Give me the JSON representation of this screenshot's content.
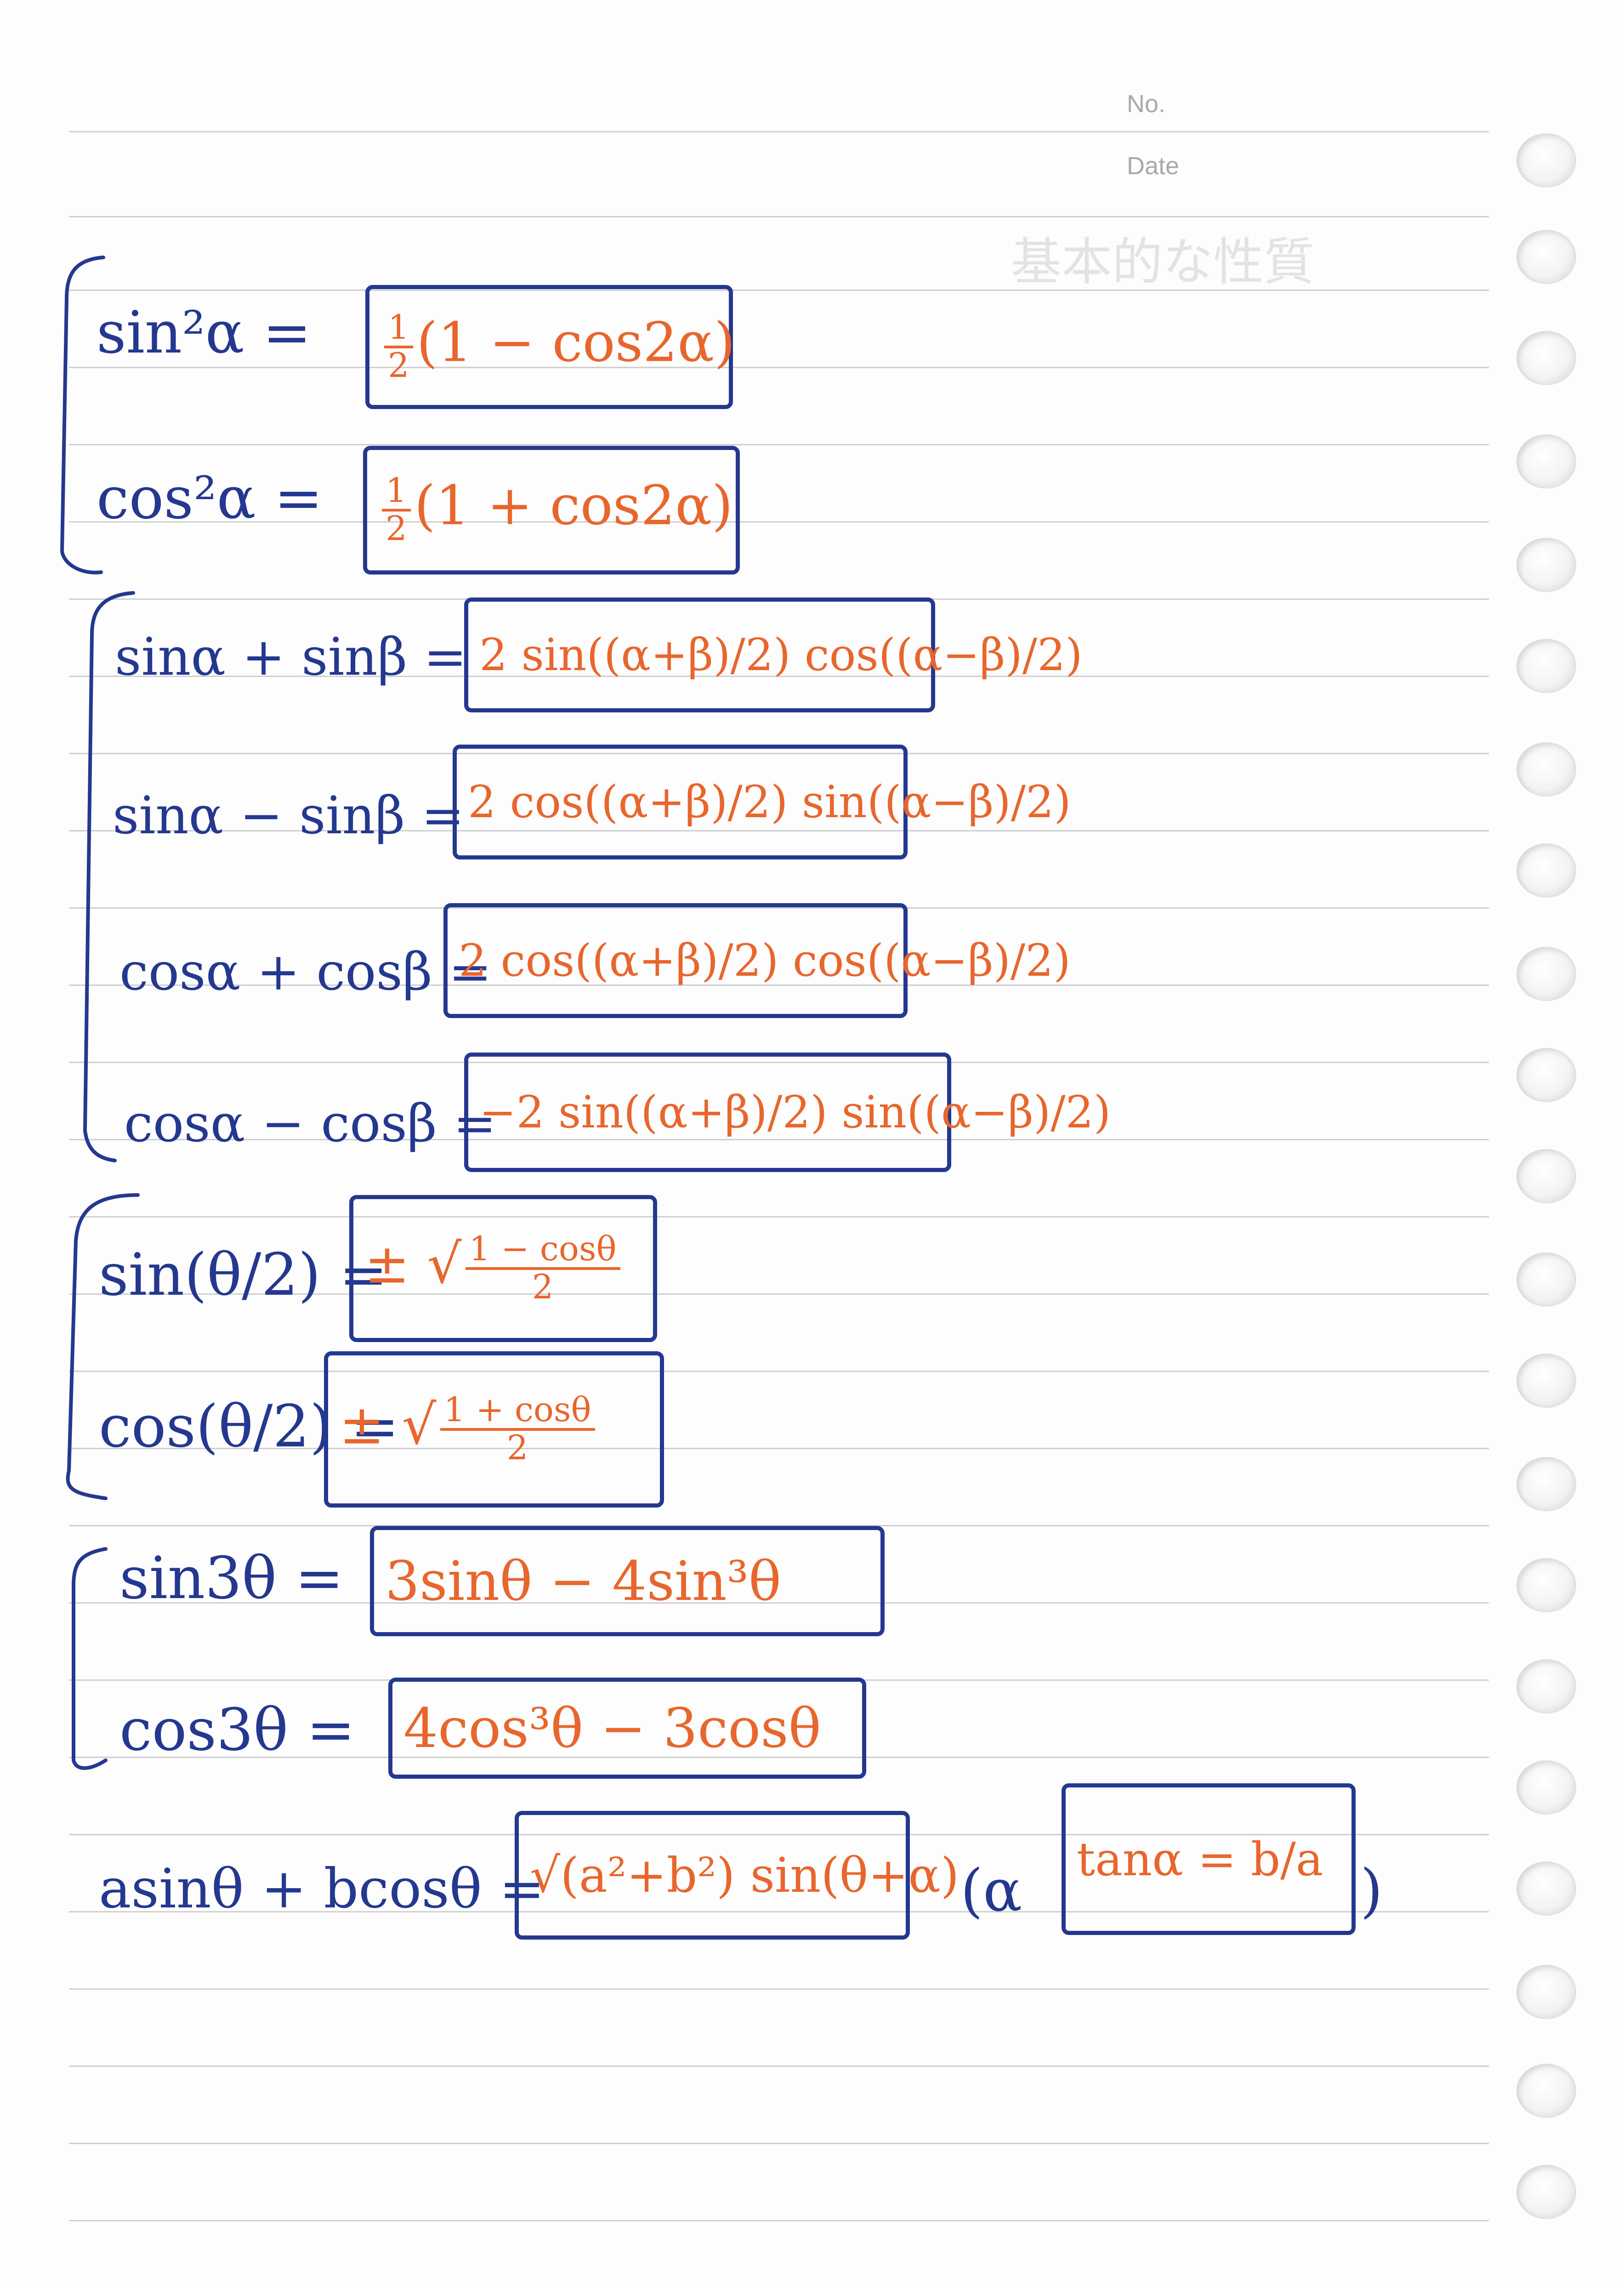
{
  "header": {
    "no_label": "No.",
    "date_label": "Date"
  },
  "formulas": [
    {
      "lhs": "sin²α =",
      "rhs": "(1 − cos2α)",
      "coef_num": "1",
      "coef_den": "2"
    },
    {
      "lhs": "cos²α =",
      "rhs": "(1 + cos2α)",
      "coef_num": "1",
      "coef_den": "2"
    },
    {
      "lhs": "sinα + sinβ =",
      "rhs": "2 sin((α+β)/2) cos((α−β)/2)"
    },
    {
      "lhs": "sinα − sinβ =",
      "rhs": "2 cos((α+β)/2) sin((α−β)/2)"
    },
    {
      "lhs": "cosα + cosβ =",
      "rhs": "2 cos((α+β)/2) cos((α−β)/2)"
    },
    {
      "lhs": "cosα − cosβ =",
      "rhs": "−2 sin((α+β)/2) sin((α−β)/2)"
    },
    {
      "lhs": "sin(θ/2) =",
      "rhs_prefix": "±",
      "rhs_num": "1 − cosθ",
      "rhs_den": "2"
    },
    {
      "lhs": "cos(θ/2) =",
      "rhs_prefix": "±",
      "rhs_num": "1 + cosθ",
      "rhs_den": "2"
    },
    {
      "lhs": "sin3θ =",
      "rhs": "3sinθ − 4sin³θ"
    },
    {
      "lhs": "cos3θ =",
      "rhs": "4cos³θ − 3cosθ"
    },
    {
      "lhs": "asinθ + bcosθ =",
      "rhs": "√(a²+b²) sin(θ+α)",
      "note_open": "(α",
      "note": "tanα = b/a",
      "note_close": ")"
    }
  ],
  "colors": {
    "ink_blue": "#24388f",
    "ink_orange": "#e8662d",
    "rule": "#cfcfcf"
  }
}
